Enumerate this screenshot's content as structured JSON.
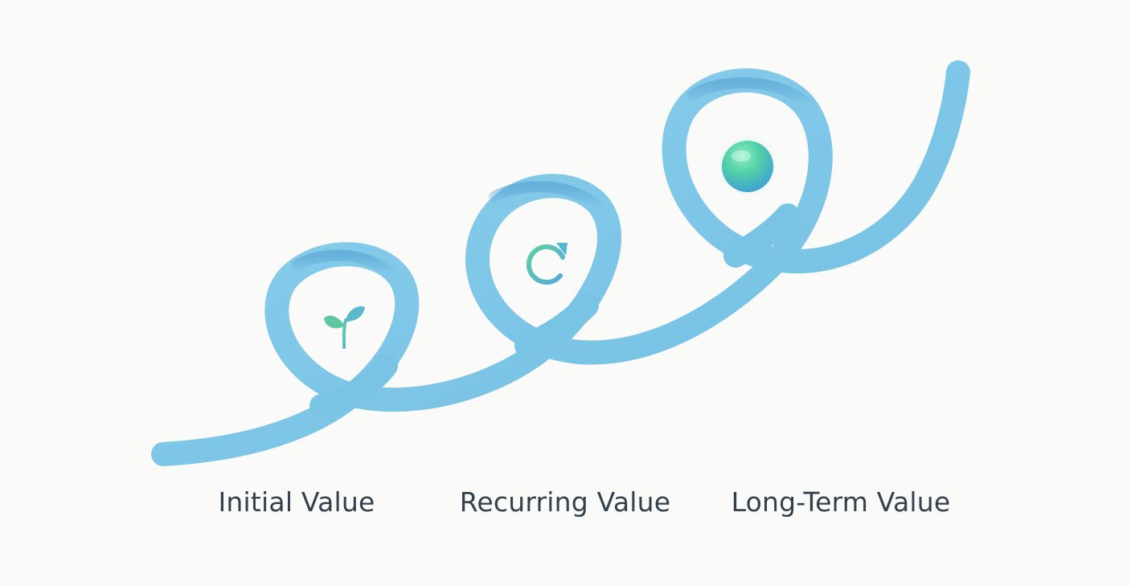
{
  "diagram": {
    "stages": [
      {
        "label": "Initial Value",
        "icon": "sprout-icon"
      },
      {
        "label": "Recurring Value",
        "icon": "refresh-icon"
      },
      {
        "label": "Long-Term Value",
        "icon": "glowing-orb-icon"
      }
    ],
    "colors": {
      "ribbon": "#7cc6e6",
      "ribbon_shade": "#5fa9d6",
      "icon_green": "#5cc8a0",
      "icon_blue": "#5aaedb",
      "label_text": "#33414d",
      "background": "#fafaf8"
    }
  }
}
